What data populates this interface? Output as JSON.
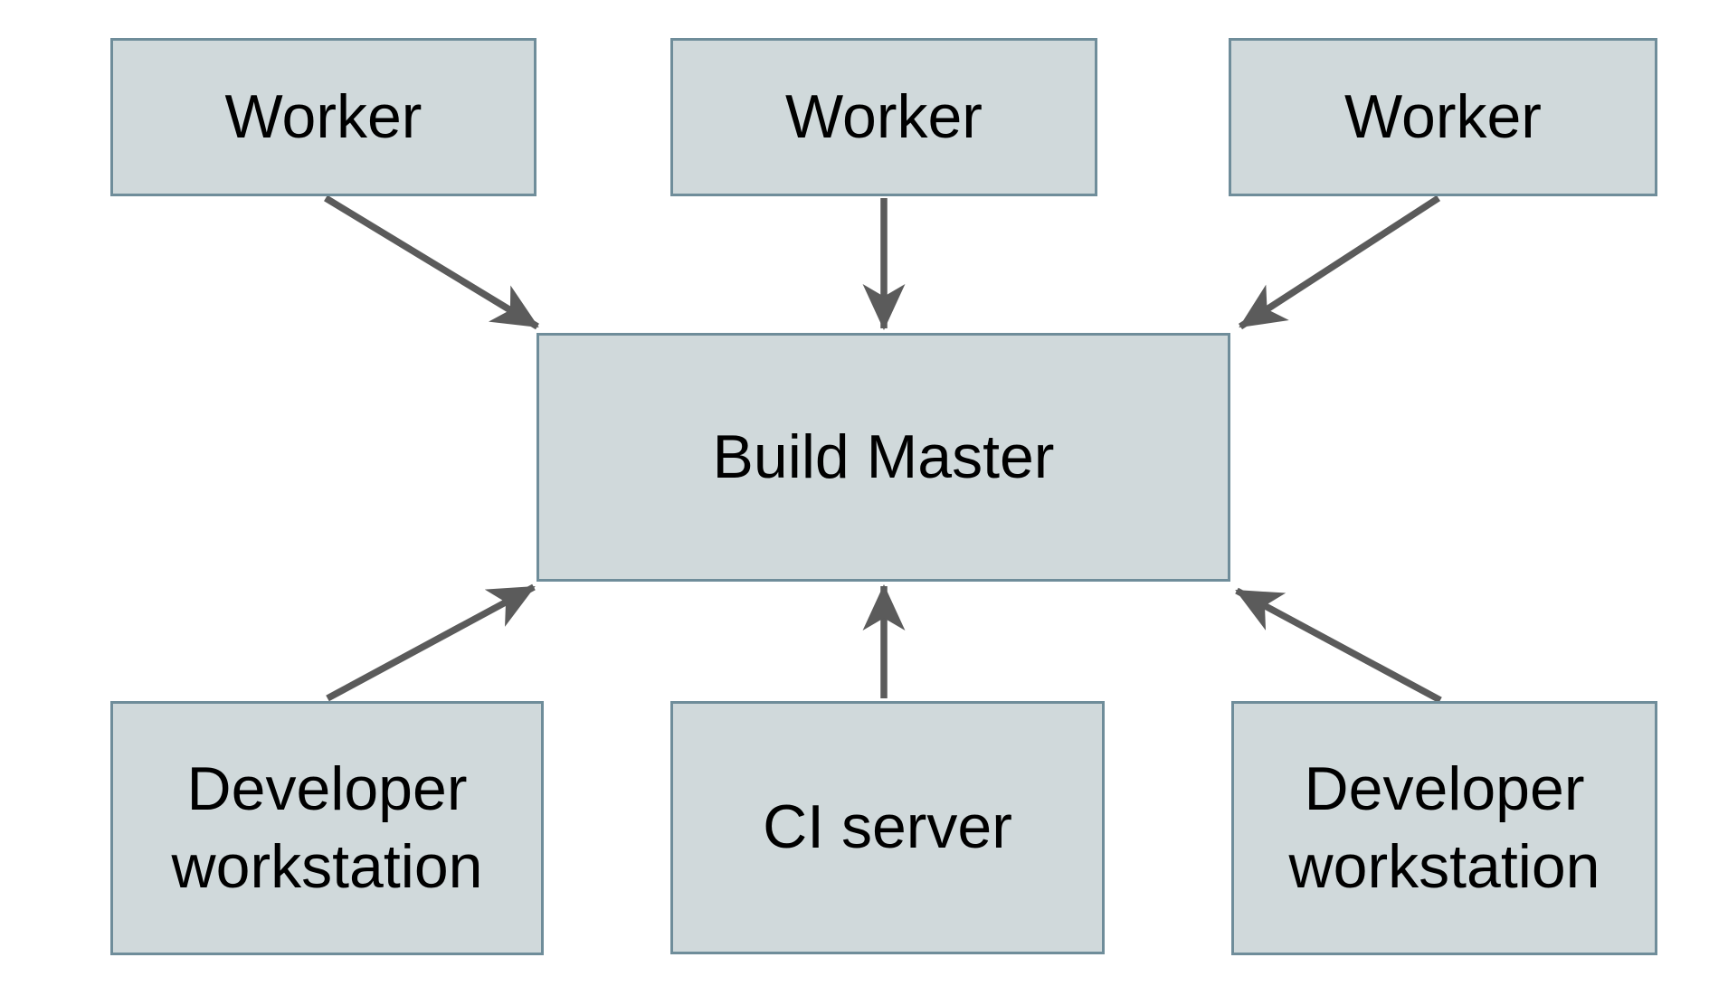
{
  "diagram": {
    "nodes": [
      {
        "id": "worker-1",
        "label": "Worker",
        "row": "top"
      },
      {
        "id": "worker-2",
        "label": "Worker",
        "row": "top"
      },
      {
        "id": "worker-3",
        "label": "Worker",
        "row": "top"
      },
      {
        "id": "build-master",
        "label": "Build Master",
        "row": "middle"
      },
      {
        "id": "developer-workstation-left",
        "label": "Developer workstation",
        "row": "bottom"
      },
      {
        "id": "ci-server",
        "label": "CI server",
        "row": "bottom"
      },
      {
        "id": "developer-workstation-right",
        "label": "Developer workstation",
        "row": "bottom"
      }
    ],
    "edges": [
      {
        "from": "worker-1",
        "to": "build-master"
      },
      {
        "from": "worker-2",
        "to": "build-master"
      },
      {
        "from": "worker-3",
        "to": "build-master"
      },
      {
        "from": "developer-workstation-left",
        "to": "build-master"
      },
      {
        "from": "ci-server",
        "to": "build-master"
      },
      {
        "from": "developer-workstation-right",
        "to": "build-master"
      }
    ],
    "colors": {
      "background": "#ffffff",
      "node_fill": "#d0d9db",
      "node_border": "#6f8d9a",
      "arrow": "#5b5b5b",
      "text": "#000000"
    }
  }
}
